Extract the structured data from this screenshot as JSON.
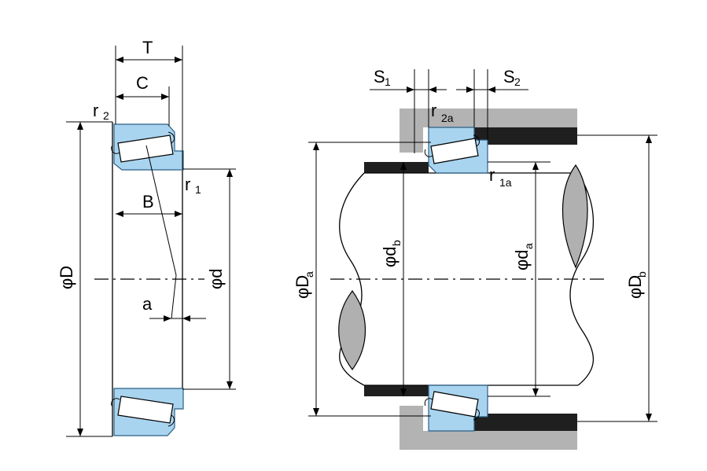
{
  "colors": {
    "bearing_fill": "#a9d4ef",
    "housing_fill": "#b3b3b3",
    "spacer_fill": "#1f1f1f",
    "line": "#000000"
  },
  "left_view": {
    "labels": {
      "T": "T",
      "C": "C",
      "B": "B",
      "a": "a",
      "r2_main": "r",
      "r2_sub": "2",
      "r1_main": "r",
      "r1_sub": "1",
      "phiD": "φD",
      "phid": "φd"
    }
  },
  "right_view": {
    "labels": {
      "S1_main": "S",
      "S1_sub": "1",
      "S2_main": "S",
      "S2_sub": "2",
      "r2a_main": "r",
      "r2a_sub": "2a",
      "r1a_main": "r",
      "r1a_sub": "1a",
      "phiDa_main": "φD",
      "phiDa_sub": "a",
      "phidb_main": "φd",
      "phidb_sub": "b",
      "phida_main": "φd",
      "phida_sub": "a",
      "phiDb_main": "φD",
      "phiDb_sub": "b"
    }
  }
}
